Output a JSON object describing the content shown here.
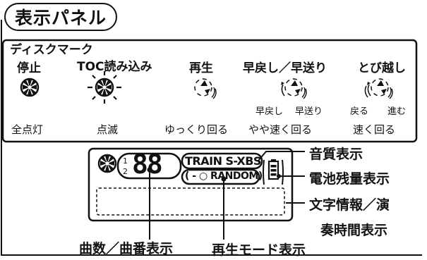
{
  "panel_title": "表示パネル",
  "disc_mark": {
    "label": "ディスクマーク",
    "modes": [
      {
        "name": "停止",
        "description": "全点灯"
      },
      {
        "name": "TOC読み込み",
        "description": "点滅"
      },
      {
        "name": "再生",
        "description": "ゆっくり回る"
      },
      {
        "name": "早戻し／早送り",
        "sublabels": [
          "早戻し",
          "早送り"
        ],
        "description": "やや速く回る"
      },
      {
        "name": "とび越し",
        "sublabels": [
          "戻る",
          "進む"
        ],
        "description": "速く回る"
      }
    ]
  },
  "lcd": {
    "digits": "88",
    "train_sxbs": "TRAIN S-XBS",
    "repeat_random": "( - ○ RANDOM)"
  },
  "callouts": {
    "sound_quality": "音質表示",
    "battery": "電池残量表示",
    "char_info_line1": "文字情報／演",
    "char_info_line2": "奏時間表示",
    "track_number": "曲数／曲番表示",
    "play_mode": "再生モード表示"
  },
  "colors": {
    "ink": "#111111",
    "background": "#ffffff"
  }
}
